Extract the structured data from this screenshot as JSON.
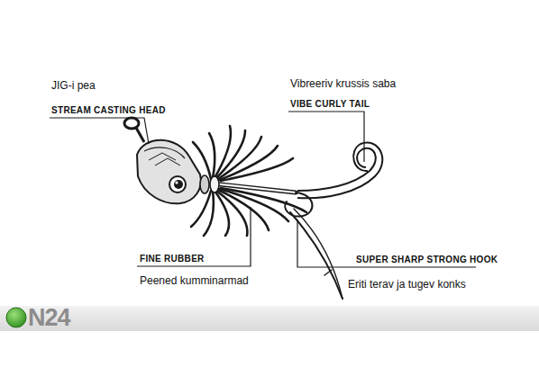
{
  "diagram": {
    "labels": [
      "JIG-i pea",
      "STREAM CASTING HEAD",
      "Vibreeriv krussis saba",
      "VIBE CURLY TAIL",
      "FINE RUBBER",
      "Peened kumminarmad",
      "SUPER SHARP STRONG HOOK",
      "Eriti terav ja tugev konks",
      "N24"
    ]
  }
}
